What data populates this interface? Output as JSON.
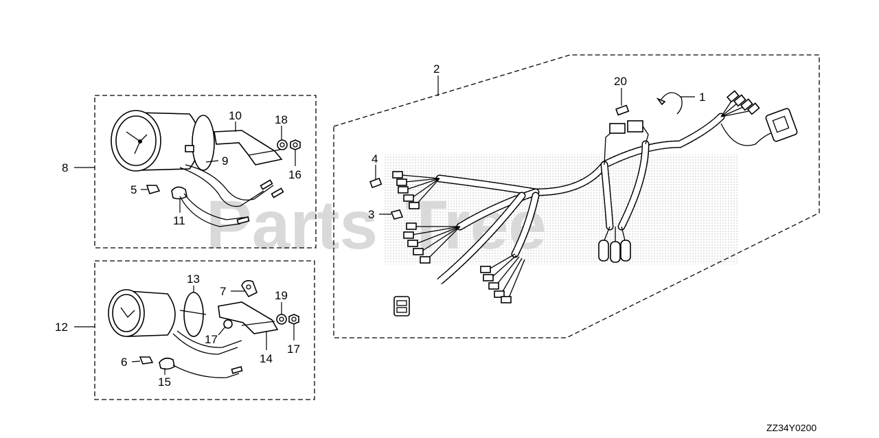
{
  "watermark": {
    "line1": "Parts",
    "line2": "Tree"
  },
  "diagram_code": "ZZ34Y0200",
  "callouts": {
    "c1": "1",
    "c2": "2",
    "c3": "3",
    "c4": "4",
    "c5": "5",
    "c6": "6",
    "c7": "7",
    "c8": "8",
    "c9": "9",
    "c10": "10",
    "c11": "11",
    "c12": "12",
    "c13": "13",
    "c14": "14",
    "c15": "15",
    "c16": "16",
    "c17a": "17",
    "c17b": "17",
    "c18": "18",
    "c19": "19",
    "c20": "20"
  }
}
